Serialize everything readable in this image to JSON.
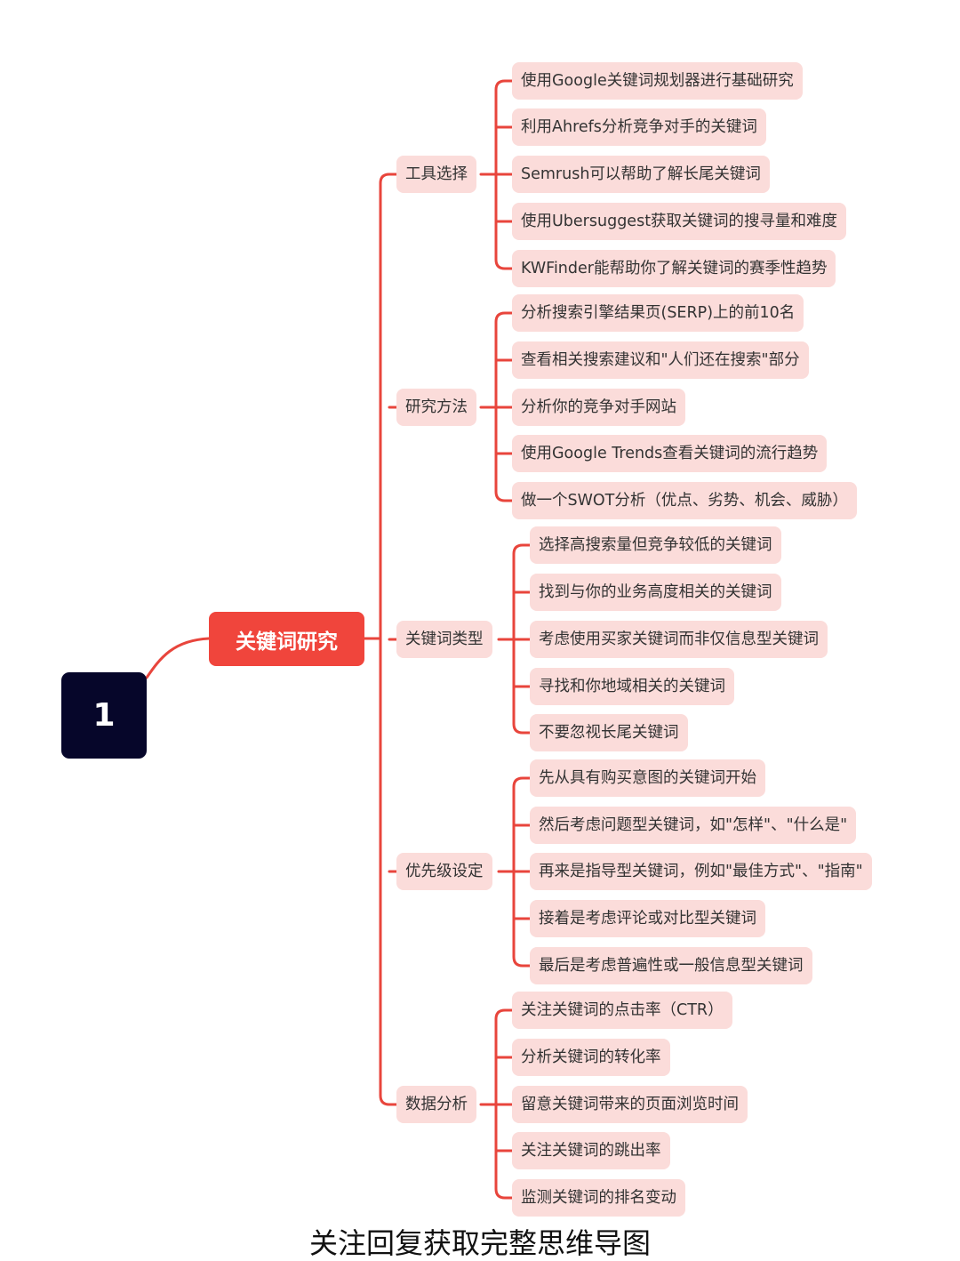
{
  "badge": "1",
  "root": "关键词研究",
  "branches": [
    {
      "label": "工具选择",
      "leaves": [
        "使用Google关键词规划器进行基础研究",
        "利用Ahrefs分析竞争对手的关键词",
        "Semrush可以帮助了解长尾关键词",
        "使用Ubersuggest获取关键词的搜寻量和难度",
        "KWFinder能帮助你了解关键词的赛季性趋势"
      ]
    },
    {
      "label": "研究方法",
      "leaves": [
        "分析搜索引擎结果页(SERP)上的前10名",
        "查看相关搜索建议和\"人们还在搜索\"部分",
        "分析你的竞争对手网站",
        "使用Google Trends查看关键词的流行趋势",
        "做一个SWOT分析（优点、劣势、机会、威胁）"
      ]
    },
    {
      "label": "关键词类型",
      "leaves": [
        "选择高搜索量但竞争较低的关键词",
        "找到与你的业务高度相关的关键词",
        "考虑使用买家关键词而非仅信息型关键词",
        "寻找和你地域相关的关键词",
        "不要忽视长尾关键词"
      ]
    },
    {
      "label": "优先级设定",
      "leaves": [
        "先从具有购买意图的关键词开始",
        "然后考虑问题型关键词，如\"怎样\"、\"什么是\"",
        "再来是指导型关键词，例如\"最佳方式\"、\"指南\"",
        "接着是考虑评论或对比型关键词",
        "最后是考虑普遍性或一般信息型关键词"
      ]
    },
    {
      "label": "数据分析",
      "leaves": [
        "关注关键词的点击率（CTR）",
        "分析关键词的转化率",
        "留意关键词带来的页面浏览时间",
        "关注关键词的跳出率",
        "监测关键词的排名变动"
      ]
    }
  ],
  "footer": "关注回复获取完整思维导图",
  "colors": {
    "connector": "#e8453c",
    "root_fill": "#f0453c",
    "node_fill": "#fbdcda",
    "badge_fill": "#06062a"
  }
}
